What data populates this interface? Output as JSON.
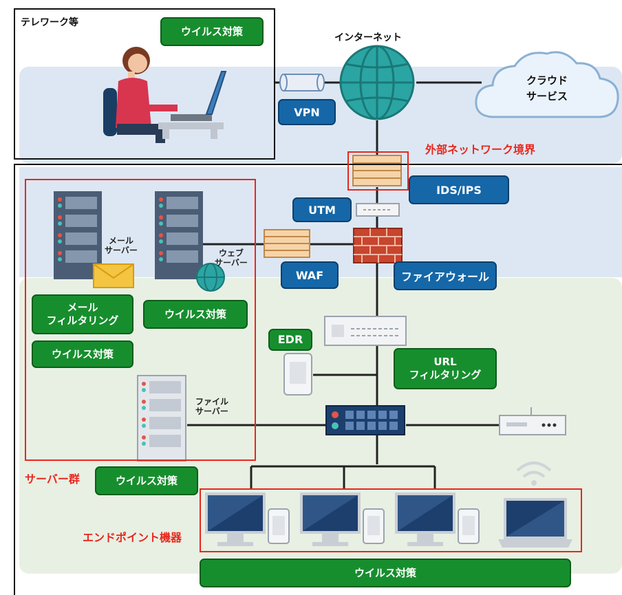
{
  "telework": {
    "title": "テレワーク等",
    "antivirus": "ウイルス対策"
  },
  "internet": {
    "label": "インターネット"
  },
  "cloud": {
    "label": "クラウド\nサービス"
  },
  "vpn": {
    "label": "VPN"
  },
  "boundary": {
    "label": "外部ネットワーク境界"
  },
  "ids_ips": {
    "label": "IDS/IPS"
  },
  "utm": {
    "label": "UTM"
  },
  "waf": {
    "label": "WAF"
  },
  "firewall": {
    "label": "ファイアウォール"
  },
  "edr": {
    "label": "EDR"
  },
  "url_filtering": {
    "label": "URL\nフィルタリング"
  },
  "servers": {
    "mail_server": "メール\nサーバー",
    "web_server": "ウェブ\nサーバー",
    "file_server": "ファイル\nサーバー",
    "mail_filtering": "メール\nフィルタリング",
    "mail_antivirus": "ウイルス対策",
    "web_antivirus": "ウイルス対策",
    "group_label": "サーバー群",
    "group_antivirus": "ウイルス対策"
  },
  "endpoints": {
    "label": "エンドポイント機器",
    "antivirus": "ウイルス対策"
  },
  "colors": {
    "red": "#e8271d",
    "green": "#178e2e",
    "blue": "#1567a8",
    "band_blue": "#dde7f3",
    "band_green": "#e8f0e3"
  }
}
